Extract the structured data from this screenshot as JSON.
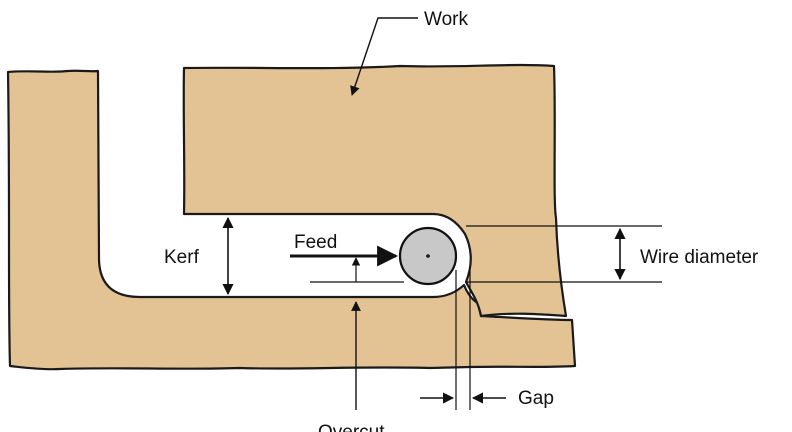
{
  "labels": {
    "work": "Work",
    "kerf": "Kerf",
    "feed": "Feed",
    "wire_diameter": "Wire diameter",
    "gap": "Gap",
    "overcut": "Overcut"
  },
  "colors": {
    "workpiece": "#e3c294",
    "workpiece_outline": "#1a1a1a",
    "wire": "#c8c8c8",
    "lines": "#111111"
  }
}
